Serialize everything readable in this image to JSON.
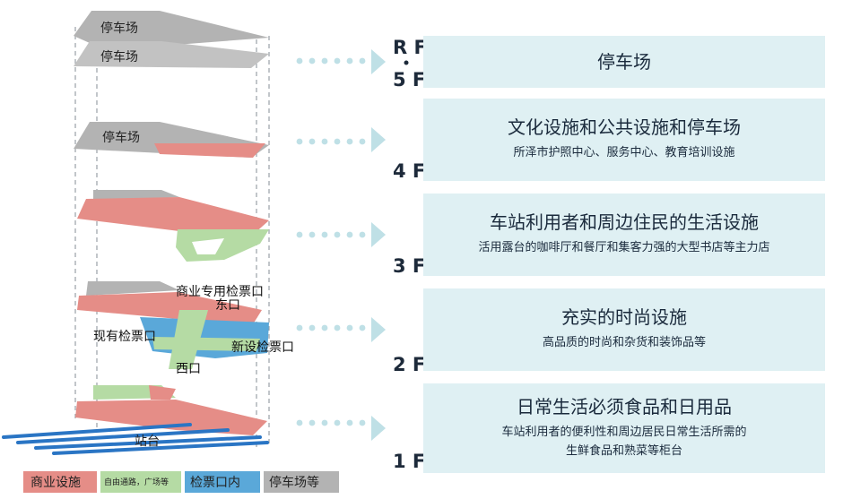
{
  "floors_right": [
    {
      "label": "R F",
      "title": "停车场",
      "desc": []
    },
    {
      "label": "4 F",
      "title": "文化设施和公共设施和停车场",
      "desc": [
        "所泽市护照中心、服务中心、教育培训设施"
      ]
    },
    {
      "label": "3 F",
      "title": "车站利用者和周边住民的生活设施",
      "desc": [
        "活用露台的咖啡厅和餐厅和集客力强的大型书店等主力店"
      ]
    },
    {
      "label": "2 F",
      "title": "充实的时尚设施",
      "desc": [
        "高品质的时尚和杂货和装饰品等"
      ]
    },
    {
      "label": "1 F",
      "title": "日常生活必须食品和日用品",
      "desc": [
        "车站利用者的便利性和周边居民日常生活所需的",
        "生鲜食品和熟菜等柜台"
      ]
    }
  ],
  "rf_bottom_label": "5 F",
  "stack_labels": {
    "rf_top": "停车场",
    "rf_second": "停车场",
    "f4": "停车场",
    "platform": "站台"
  },
  "annotations": {
    "commercial_gate": "商业专用检票口",
    "east_exit": "东口",
    "existing_gate": "现有检票口",
    "new_gate": "新设检票口",
    "west_exit": "西口"
  },
  "legend": {
    "commercial": "商业设施",
    "free_passage": "自由通路，广场等",
    "ticket_gate": "检票口内",
    "parking": "停车场等"
  },
  "colors": {
    "commercial": "#e58d87",
    "free_passage": "#b5dba4",
    "ticket_gate": "#5aa8d9",
    "parking": "#b3b3b3",
    "panel": "#dff0f3",
    "arrow": "#bfe0e6",
    "rail": "#2a75c4"
  }
}
